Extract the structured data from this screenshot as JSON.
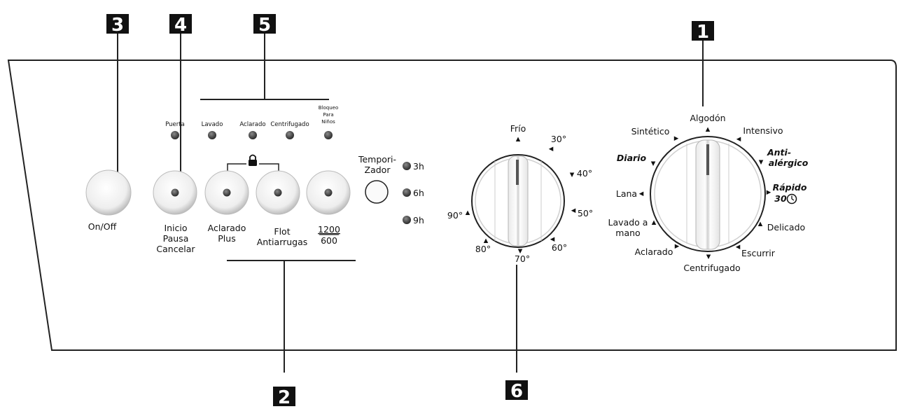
{
  "callouts": [
    "1",
    "2",
    "3",
    "4",
    "5",
    "6"
  ],
  "buttons": {
    "onoff": "On/Off",
    "start": [
      "Inicio",
      "Pausa",
      "Cancelar"
    ],
    "rinse_plus": [
      "Aclarado",
      "Plus"
    ],
    "anti_wrinkle": [
      "Flot",
      "Antiarrugas"
    ],
    "spin": [
      "1200",
      "600"
    ]
  },
  "timer": {
    "label": [
      "Tempori-",
      "Zador"
    ],
    "options": [
      "3h",
      "6h",
      "9h"
    ]
  },
  "indicators": {
    "door": "Puerta",
    "wash": "Lavado",
    "rinse": "Aclarado",
    "spin": "Centrifugado",
    "child_lock": [
      "Bloqueo",
      "Para",
      "Niños"
    ]
  },
  "temperature_dial": {
    "cold": "Frío",
    "t30": "30°",
    "t40": "40°",
    "t50": "50°",
    "t60": "60°",
    "t70": "70°",
    "t80": "80°",
    "t90": "90°"
  },
  "program_dial": {
    "cotton": "Algodón",
    "intensive": "Intensivo",
    "anti_allergic": [
      "Anti-",
      "alérgico"
    ],
    "quick": [
      "Rápido",
      "30"
    ],
    "delicate": "Delicado",
    "drain": "Escurrir",
    "spin": "Centrifugado",
    "rinse": "Aclarado",
    "hand_wash": [
      "Lavado a",
      "mano"
    ],
    "wool": "Lana",
    "daily": "Diario",
    "synthetic": "Sintético"
  },
  "colors": {
    "outline": "#222222",
    "indicator": "#3a3a3a",
    "button_face": "#f4f4f4"
  }
}
